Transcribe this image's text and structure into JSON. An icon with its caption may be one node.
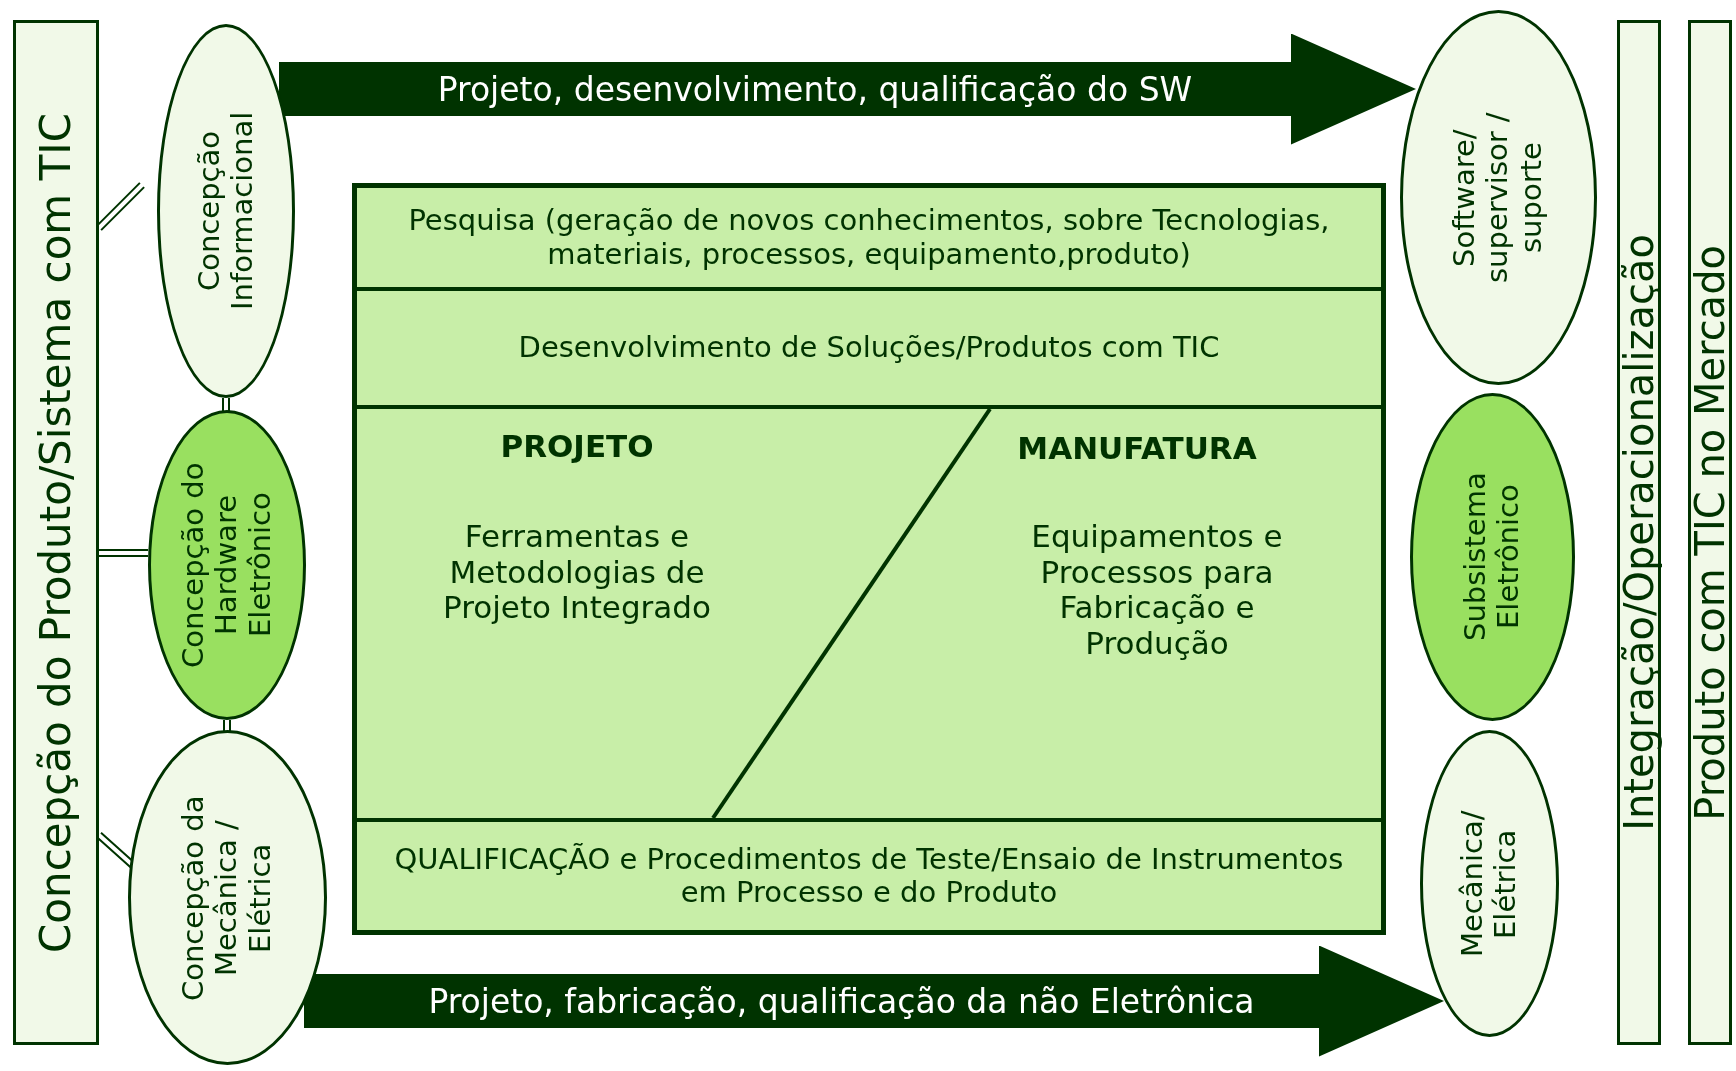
{
  "diagram": {
    "nodes": [
      {
        "text": [
          "Concepção do Produto/Sistema com TIC"
        ]
      },
      {
        "text": [
          "Concepção Informacional"
        ]
      },
      {
        "text": [
          "Concepção do Hardware Eletrônico"
        ]
      },
      {
        "text": [
          "Concepção da Mecânica / Elétrica"
        ]
      },
      {
        "text": [],
        "shape": "box"
      },
      {
        "text": [
          "Pesquisa (geração de novos conhecimentos, sobre Tecnologias, materiais, processos, equipamento,produto)"
        ],
        "in": 4
      },
      {
        "text": [
          "Desenvolvimento de Soluções/Produtos com TIC"
        ],
        "in": 4
      },
      {
        "text": [
          "PROJETO",
          "Ferramentas e Metodologias de Projeto Integrado",
          "MANUFATURA",
          "Equipamentos e Processos para Fabricação e Produção"
        ],
        "in": 4
      },
      {
        "text": [
          "QUALIFICAÇÃO e Procedimentos de Teste/Ensaio de Instrumentos em Processo e do Produto"
        ],
        "in": 4
      },
      {
        "text": [
          "Software/ supervisor / suporte"
        ]
      },
      {
        "text": [
          "Subsistema Eletrônico"
        ]
      },
      {
        "text": [
          "Mecânica/ Elétrica"
        ]
      },
      {
        "text": [
          "Integração/Operacionalização"
        ]
      },
      {
        "text": [
          "Produto com TIC no Mercado"
        ]
      }
    ],
    "edges": [
      {
        "from": 0,
        "to": 1,
        "arrow": "none"
      },
      {
        "from": 0,
        "to": 2,
        "arrow": "none"
      },
      {
        "from": 0,
        "to": 3,
        "arrow": "none"
      },
      {
        "from": 1,
        "to": 2,
        "arrow": "none"
      },
      {
        "from": 2,
        "to": 3,
        "arrow": "none"
      },
      {
        "from": 1,
        "to": 9,
        "arrow": "to",
        "label": "Projeto, desenvolvimento, qualificação do SW",
        "style": "thick"
      },
      {
        "from": 3,
        "to": 11,
        "arrow": "to",
        "label": "Projeto, fabricação, qualificação da não Eletrônica",
        "style": "thick"
      }
    ]
  }
}
